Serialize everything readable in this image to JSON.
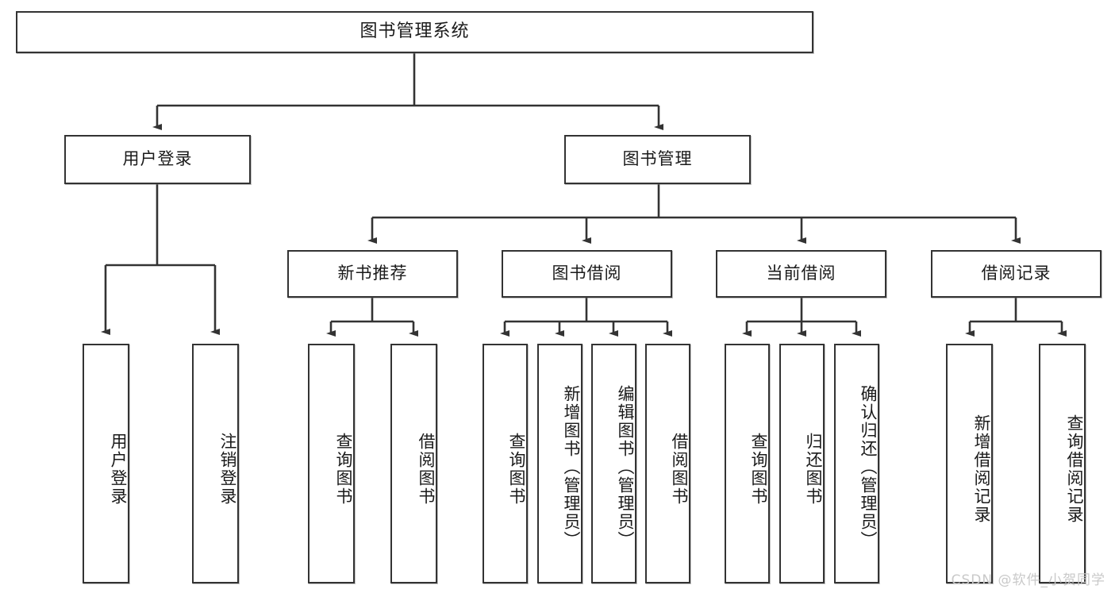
{
  "diagram": {
    "title": "图书管理系统",
    "type": "tree-hierarchy-chart",
    "root": {
      "label": "图书管理系统"
    },
    "level2": [
      {
        "label": "用户登录"
      },
      {
        "label": "图书管理"
      }
    ],
    "level3": [
      {
        "label": "新书推荐"
      },
      {
        "label": "图书借阅"
      },
      {
        "label": "当前借阅"
      },
      {
        "label": "借阅记录"
      }
    ],
    "leaves": {
      "user_login": [
        {
          "label": "用户登录"
        },
        {
          "label": "注销登录"
        }
      ],
      "new_book_recommend": [
        {
          "label": "查询图书"
        },
        {
          "label": "借阅图书"
        }
      ],
      "book_borrow": [
        {
          "label": "查询图书"
        },
        {
          "label": "新增图书（管理员）"
        },
        {
          "label": "编辑图书（管理员）"
        },
        {
          "label": "借阅图书"
        }
      ],
      "current_borrow": [
        {
          "label": "查询图书"
        },
        {
          "label": "归还图书"
        },
        {
          "label": "确认归还（管理员）"
        }
      ],
      "borrow_record": [
        {
          "label": "新增借阅记录"
        },
        {
          "label": "查询借阅记录"
        }
      ]
    }
  },
  "watermark": {
    "text": "CSDN @软件_小贺同学"
  },
  "colors": {
    "border": "#333333",
    "background": "#ffffff",
    "text": "#1a1a1a",
    "watermark": "#c9c9c9"
  }
}
